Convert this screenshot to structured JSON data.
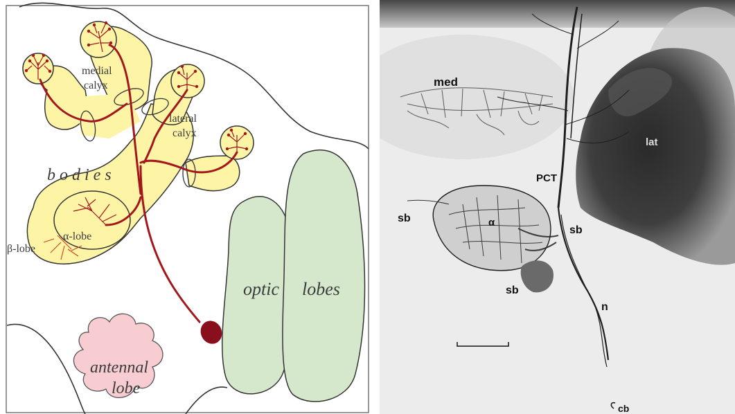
{
  "left_diagram": {
    "labels": {
      "medial_calyx_1": "medial",
      "medial_calyx_2": "calyx",
      "lateral_calyx_1": "lateral",
      "lateral_calyx_2": "calyx",
      "bodies": "b o d i e s",
      "alpha_lobe": "α-lobe",
      "beta_lobe": "β-lobe",
      "optic": "optic",
      "lobes": "lobes",
      "antennal_1": "antennal",
      "antennal_2": "lobe"
    },
    "colors": {
      "mushroom_body_fill": "#fdf4a6",
      "neuron": "#a3161c",
      "optic_lobe_fill": "#d6e8cc",
      "antennal_lobe_fill": "#f7cdd2",
      "outline": "#333333"
    }
  },
  "right_micrograph": {
    "labels": {
      "med": "med",
      "lat": "lat",
      "pct": "PCT",
      "sb_left": "sb",
      "sb_right": "sb",
      "sb_bottom": "sb",
      "alpha": "α",
      "n": "n",
      "cb": "cb"
    }
  }
}
